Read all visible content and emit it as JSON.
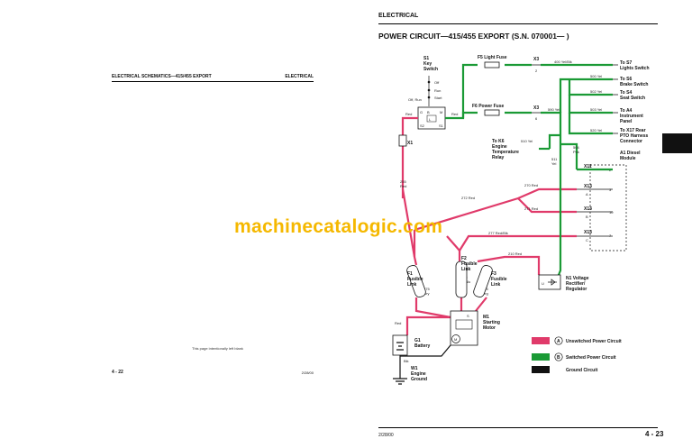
{
  "left_page": {
    "header_left": "ELECTRICAL SCHEMATICS—415/455 EXPORT",
    "header_right": "ELECTRICAL",
    "blank_note": "This page intentionally left blank",
    "page_number": "4 - 22",
    "date": "2/28/00"
  },
  "watermark": "machinecatalogic.com",
  "right_page": {
    "section": "ELECTRICAL",
    "title": "POWER CIRCUIT—415/455 EXPORT (S.N. 070001— )",
    "page_number": "4 - 23",
    "date": "2/28/00"
  },
  "diagram": {
    "s1": {
      "id": "S1",
      "name1": "Key",
      "name2": "Switch",
      "pos_off": "Off",
      "pos_run": "Run",
      "pos_start": "Start",
      "pos_offrun": "Off, Run",
      "terminals": [
        "G",
        "B",
        "M",
        "S2",
        "S1",
        "L"
      ]
    },
    "f5": "F5 Light Fuse",
    "f6": "F6 Power Fuse",
    "x3": "X3",
    "x3_pin2": "2",
    "x3_pin6": "6",
    "wires": {
      "w400": "400 Yel/Blk",
      "w590": "590 Yel",
      "w500": "500 Yel",
      "w502": "502 Yel",
      "w503": "503 Yel",
      "w520": "520 Yel",
      "w510": "510 Yel",
      "w504": "504",
      "w504b": "Pnk",
      "w511": "511",
      "w511b": "Yel",
      "w270": "270 Red",
      "w272": "272 Red",
      "w271": "271 Red",
      "w277": "277 Red/Blk",
      "w210": "210 Red",
      "w255": "255",
      "w255b": "Red",
      "w275": "275",
      "w275b": "Gry",
      "w205": "205",
      "w205b": "Lt Blu",
      "w215": "215",
      "w215b": "Org",
      "red1": "Red",
      "red2": "Red",
      "red3": "Red",
      "blk": "Blk"
    },
    "destinations": [
      {
        "line1": "To S7",
        "line2": "Lights Switch"
      },
      {
        "line1": "To S6",
        "line2": "Brake Switch"
      },
      {
        "line1": "To S4",
        "line2": "Seat Switch"
      },
      {
        "line1": "To A4",
        "line2": "Instrument",
        "line3": "Panel"
      },
      {
        "line1": "To  X17 Rear",
        "line2": "PTO Harness",
        "line3": "Connector"
      }
    ],
    "k6": {
      "line1": "To K6",
      "line2": "Engine",
      "line3": "Temperature",
      "line4": "Relay"
    },
    "x1": "X1",
    "a1": {
      "line1": "A1 Diesel",
      "line2": "Module"
    },
    "x11": "X11",
    "x11_pin": "2",
    "x13a": "X13",
    "x13a_sub": "A",
    "x13a_pin": "3",
    "x13b": "X13",
    "x13b_sub": "B",
    "x13b_pin": "10",
    "x13c": "X13",
    "x13c_sub": "C",
    "x13c_pin": "7",
    "f1": {
      "line1": "F1",
      "line2": "Fusible",
      "line3": "Link"
    },
    "f2": {
      "line1": "F2",
      "line2": "Fusible",
      "line3": "Link"
    },
    "f3": {
      "line1": "F3",
      "line2": "Fusible",
      "line3": "Link"
    },
    "n1": {
      "line1": "N1 Voltage",
      "line2": "Rectifier/",
      "line3": "Regulator",
      "u": "U"
    },
    "m1": {
      "line1": "M1",
      "line2": "Starting",
      "line3": "Motor",
      "m": "M",
      "s": "S"
    },
    "g1": {
      "line1": "G1",
      "line2": "Battery"
    },
    "w1": {
      "line1": "W1",
      "line2": "Engine",
      "line3": "Ground"
    }
  },
  "legend": [
    {
      "key": "A",
      "label": "Unswitched Power Circuit",
      "color": "#e03a6a"
    },
    {
      "key": "B",
      "label": "Switched Power Circuit",
      "color": "#1a9a35"
    },
    {
      "key": "",
      "label": "Ground Circuit",
      "color": "#111111"
    }
  ]
}
